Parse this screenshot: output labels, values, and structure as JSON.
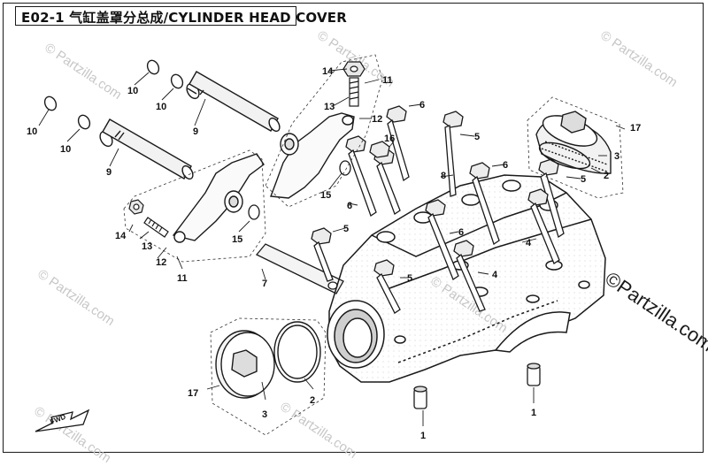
{
  "title": "E02-1 气缸盖罩分总成/CYLINDER HEAD COVER",
  "watermarks": {
    "brand": "Partzilla.com",
    "main": "Partzilla.com",
    "copyright": "©"
  },
  "callouts": {
    "c1a": "1",
    "c1b": "1",
    "c2a": "2",
    "c2b": "2",
    "c3a": "3",
    "c3b": "3",
    "c4a": "4",
    "c4b": "4",
    "c5a": "5",
    "c5b": "5",
    "c5c": "5",
    "c5d": "5",
    "c6a": "6",
    "c6b": "6",
    "c6c": "6",
    "c6d": "6",
    "c7": "7",
    "c8": "8",
    "c9a": "9",
    "c9b": "9",
    "c10a": "10",
    "c10b": "10",
    "c10c": "10",
    "c10d": "10",
    "c11a": "11",
    "c11b": "11",
    "c12a": "12",
    "c12b": "12",
    "c13a": "13",
    "c13b": "13",
    "c14a": "14",
    "c14b": "14",
    "c15a": "15",
    "c15b": "15",
    "c16": "16",
    "c17a": "17",
    "c17b": "17"
  },
  "fwd_label": "FWD",
  "colors": {
    "line": "#1a1a1a",
    "shade": "#9a9a9a",
    "watermark": "#c7c7c7"
  }
}
